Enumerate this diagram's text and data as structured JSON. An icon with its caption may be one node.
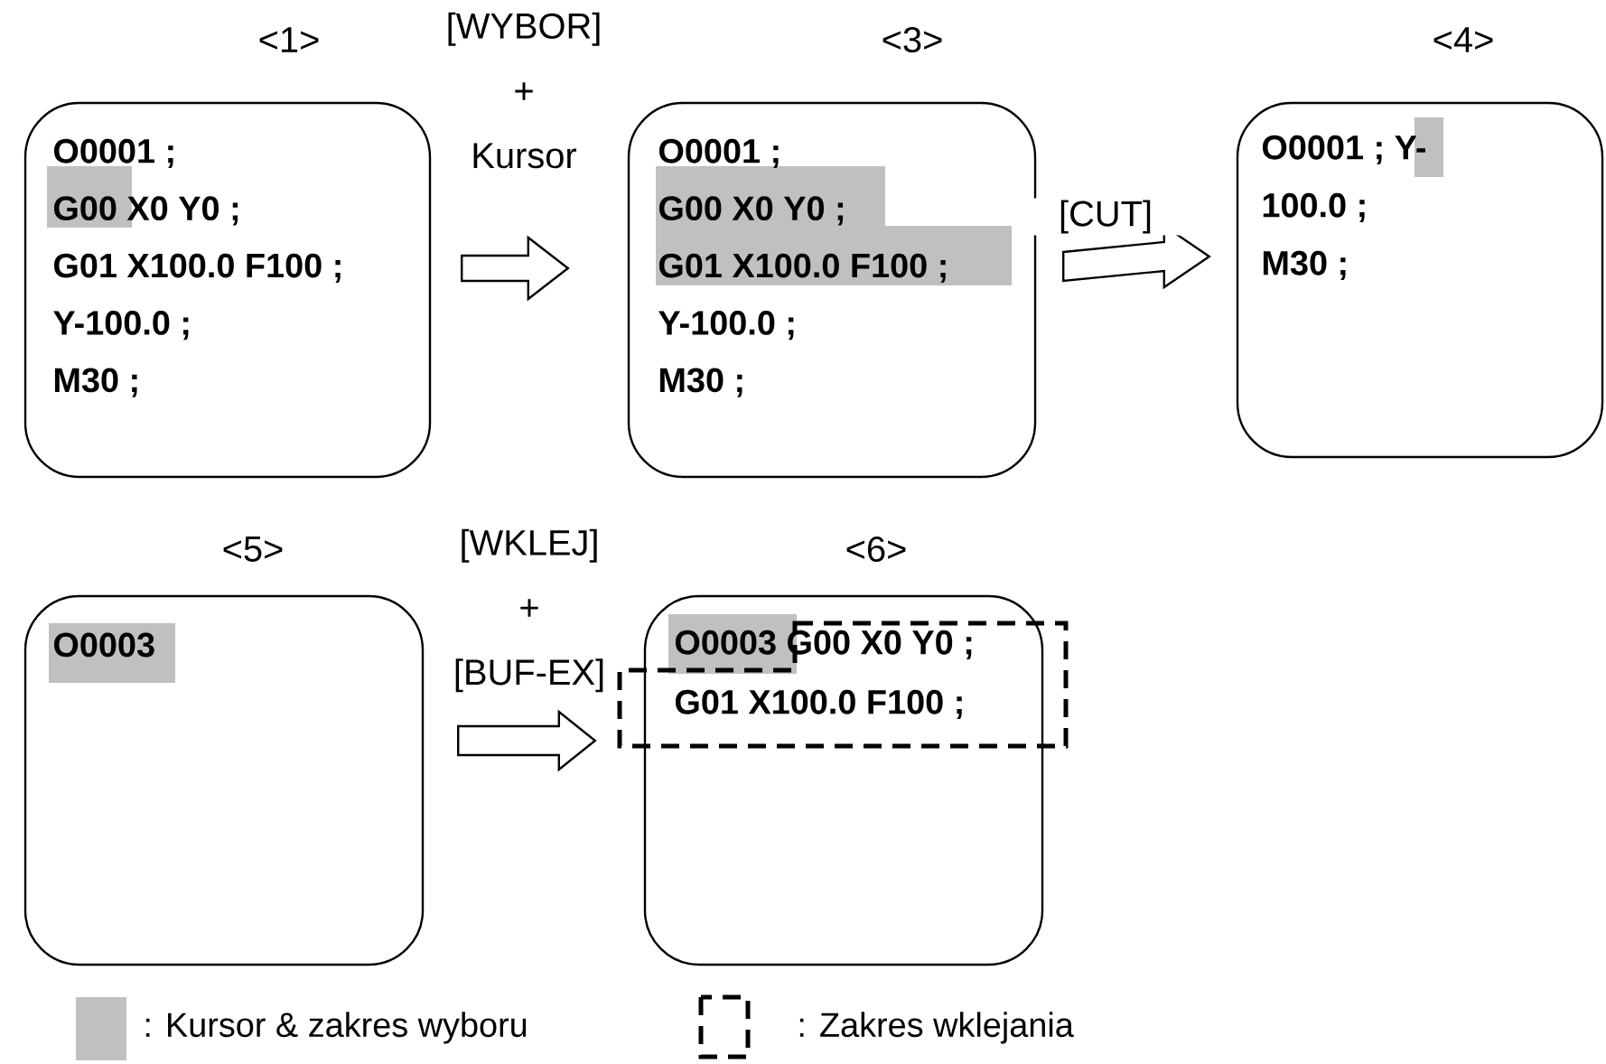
{
  "diagram": {
    "nodes": [
      {
        "text": [
          "<1>",
          "O0001 ;",
          "G00 X0 Y0 ;",
          "G01 X100.0 F100 ;",
          "Y-100.0 ;",
          "M30 ;"
        ]
      },
      {
        "text": [
          "<3>",
          "O0001 ;",
          "G00 X0 Y0 ;",
          "G01 X100.0 F100 ;",
          "Y-100.0 ;",
          "M30 ;"
        ]
      },
      {
        "text": [
          "<4>",
          "O0001 ; Y-",
          "100.0 ;",
          "M30 ;"
        ]
      },
      {
        "text": [
          "<5>",
          "O0003"
        ]
      },
      {
        "text": [
          "<6>",
          "O0003 G00 X0 Y0 ;",
          "G01 X100.0 F100 ;"
        ]
      }
    ],
    "edges": [
      {
        "from": 0,
        "to": 1,
        "arrow": "to",
        "label": "[WYBOR] + Kursor"
      },
      {
        "from": 1,
        "to": 2,
        "arrow": "to",
        "label": "[CUT]"
      },
      {
        "from": 3,
        "to": 4,
        "arrow": "to",
        "label": "[WKLEJ] + [BUF-EX]"
      }
    ],
    "legend": [
      {
        "text": ": Kursor & zakres wyboru",
        "color": "#c0c0c0"
      },
      {
        "text": ": Zakres wklejania"
      }
    ]
  }
}
